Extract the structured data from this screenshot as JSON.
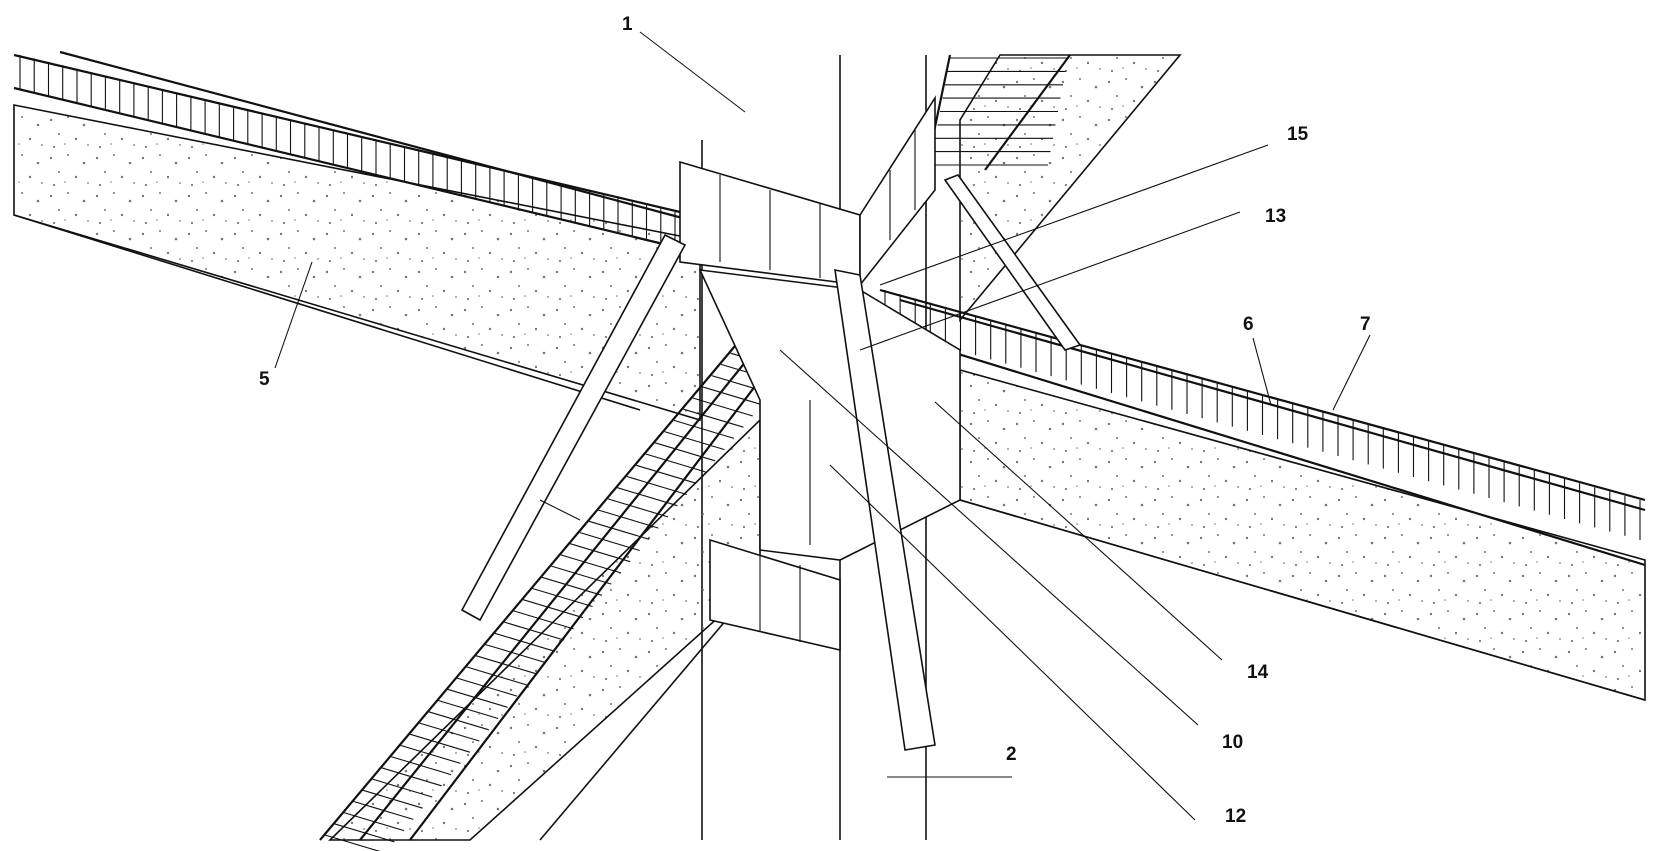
{
  "labels": {
    "l1": "1",
    "l2": "2",
    "l5": "5",
    "l6": "6",
    "l7": "7",
    "l10": "10",
    "l12": "12",
    "l13": "13",
    "l14": "14",
    "l15": "15"
  },
  "colors": {
    "stroke": "#111111",
    "background": "#ffffff",
    "concrete_speckle": "#777777"
  }
}
